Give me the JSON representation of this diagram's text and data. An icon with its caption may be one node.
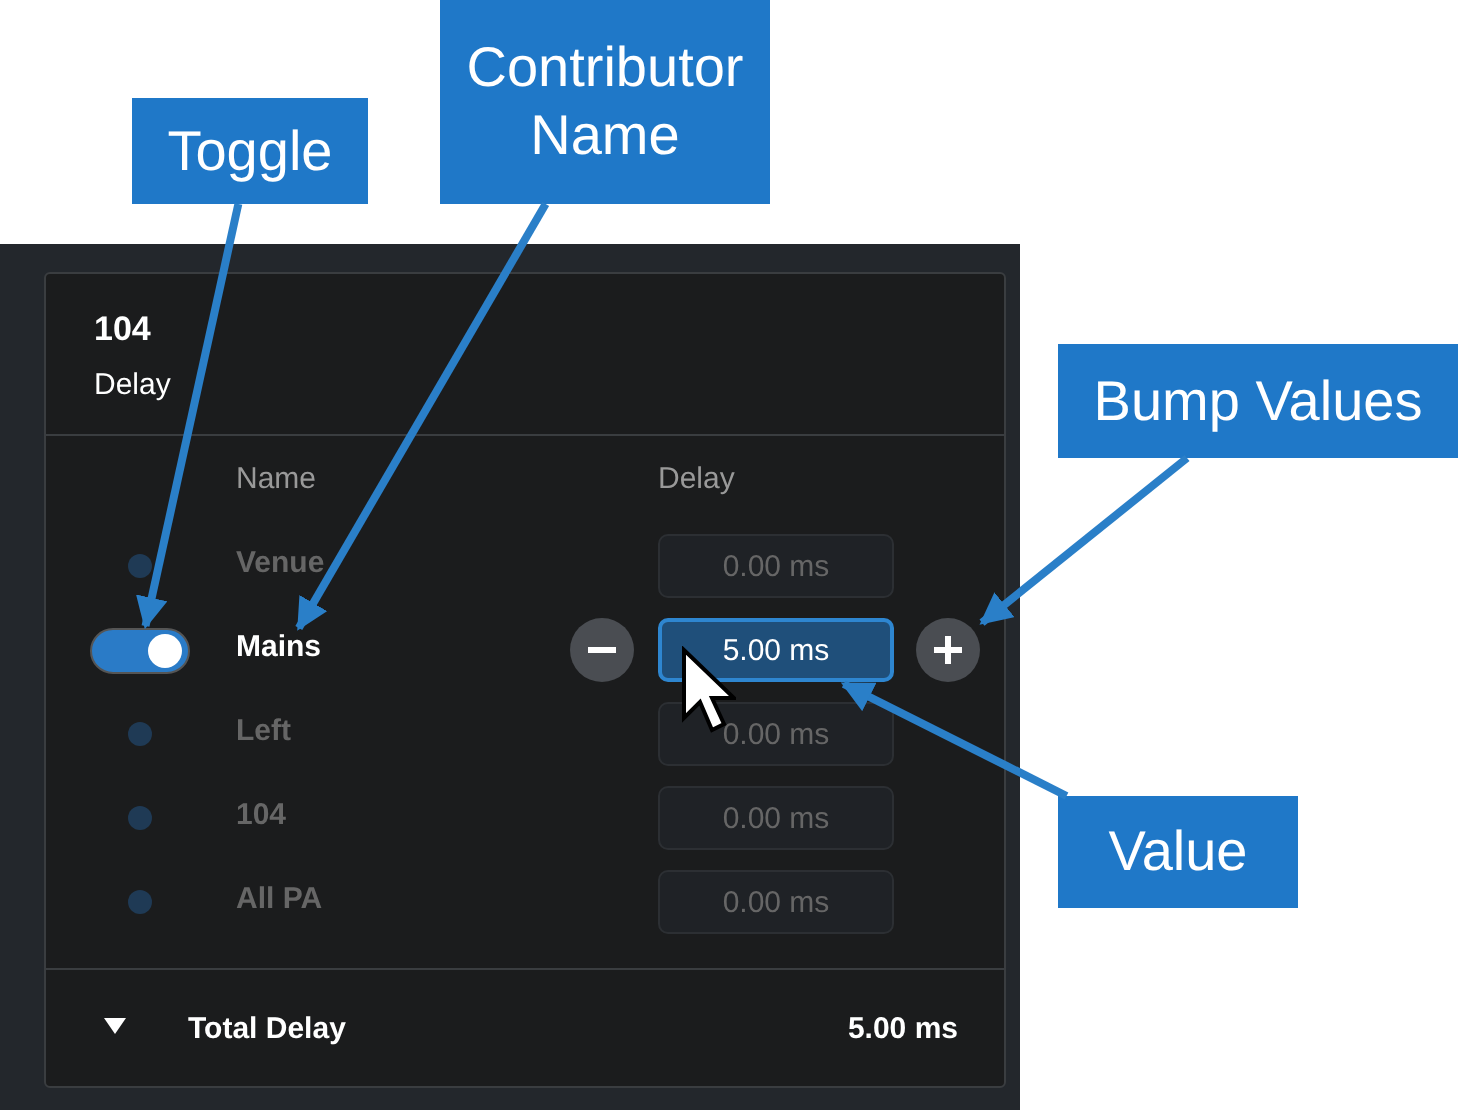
{
  "diagram": {
    "nodes": [
      {
        "text": [
          "Toggle"
        ]
      },
      {
        "text": [
          "Contributor Name"
        ]
      },
      {
        "text": [
          "Bump Values"
        ]
      },
      {
        "text": [],
        "shape": "toggle"
      },
      {
        "text": [
          "Mains"
        ]
      },
      {
        "text": [],
        "shape": "circle"
      },
      {
        "text": [
          "5.00 ms"
        ]
      },
      {
        "text": [],
        "shape": "circle"
      },
      {
        "text": [
          "Value"
        ]
      }
    ],
    "edges": [
      {
        "from": 0,
        "to": 3,
        "arrow": "to"
      },
      {
        "from": 1,
        "to": 4,
        "arrow": "to"
      },
      {
        "from": 2,
        "to": 7,
        "arrow": "to"
      },
      {
        "from": 8,
        "to": 6,
        "arrow": "to"
      }
    ],
    "labels": [
      "104",
      "Delay",
      "Name",
      "Delay",
      "Venue",
      "0.00 ms",
      "Left",
      "0.00 ms",
      "104",
      "0.00 ms",
      "All PA",
      "0.00 ms",
      "Total Delay",
      "5.00 ms"
    ]
  }
}
